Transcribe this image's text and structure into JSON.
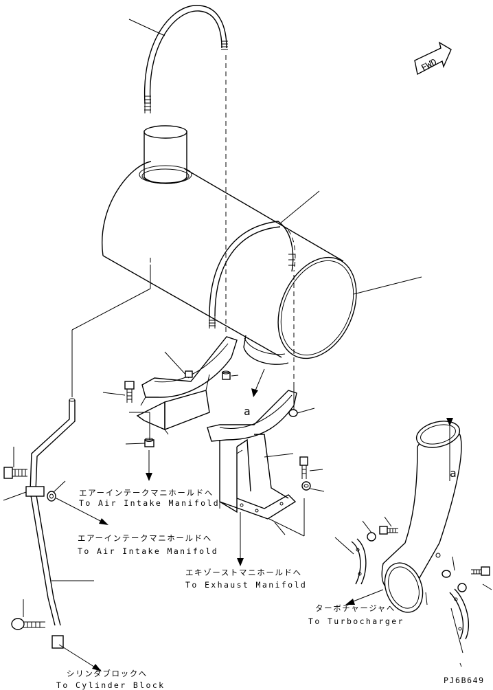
{
  "labels": {
    "fwd": "FWD",
    "detail_a_muffler": "a",
    "detail_a_elbow": "a",
    "air_intake_1_jp": "エアーインテークマニホールドへ",
    "air_intake_1_en": "To Air Intake Manifold",
    "air_intake_2_jp": "エアーインテークマニホールドへ",
    "air_intake_2_en": "To Air Intake Manifold",
    "exhaust_jp": "エキゾーストマニホールドへ",
    "exhaust_en": "To Exhaust Manifold",
    "turbo_jp": "ターボチャージャへ",
    "turbo_en": "To Turbocharger",
    "cylinder_jp": "シリンダブロックへ",
    "cylinder_en": "To Cylinder Block",
    "drawing_code": "PJ6B649"
  }
}
